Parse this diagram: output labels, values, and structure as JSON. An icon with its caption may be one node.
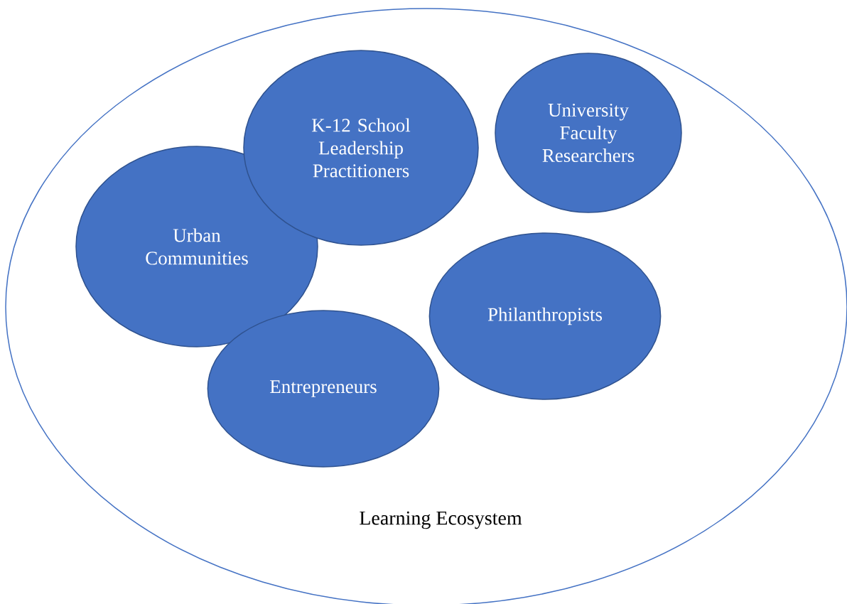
{
  "diagram": {
    "nodes": [
      {
        "text": [
          "Learning Ecosystem"
        ]
      },
      {
        "text": [
          "K-12 School Leadership Practitioners"
        ],
        "in": 0
      },
      {
        "text": [
          "University Faculty Researchers"
        ],
        "in": 0
      },
      {
        "text": [
          "Urban Communities"
        ],
        "in": 0
      },
      {
        "text": [
          "Philanthropists"
        ],
        "in": 0
      },
      {
        "text": [
          "Entrepreneurs"
        ],
        "in": 0
      }
    ]
  }
}
